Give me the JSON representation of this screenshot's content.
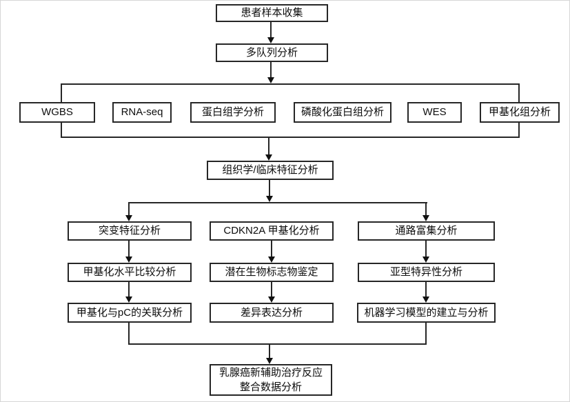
{
  "flow": {
    "collect": "患者样本收集",
    "cohort": "多队列分析",
    "omics": [
      "WGBS",
      "RNA-seq",
      "蛋白组学分析",
      "磷酸化蛋白组分析",
      "WES",
      "甲基化组分析"
    ],
    "histology": "组织学/临床特征分析",
    "left_column": [
      "突变特征分析",
      "甲基化水平比较分析",
      "甲基化与pC的关联分析"
    ],
    "middle_column": [
      "CDKN2A 甲基化分析",
      "潜在生物标志物鉴定",
      "差异表达分析"
    ],
    "right_column": [
      "通路富集分析",
      "亚型特异性分析",
      "机器学习模型的建立与分析"
    ],
    "final_line1": "乳腺癌新辅助治疗反应",
    "final_line2": "整合数据分析"
  },
  "colors": {
    "line": "#262626",
    "box_border": "#262626",
    "background": "#ffffff"
  }
}
